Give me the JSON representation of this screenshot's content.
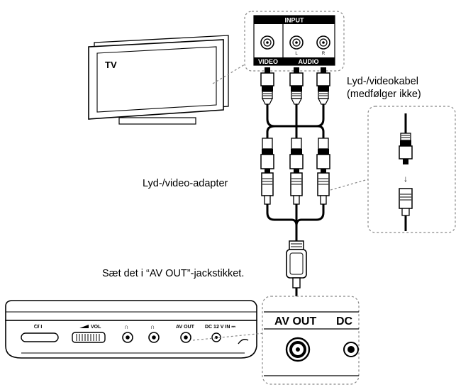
{
  "tv": {
    "label": "TV"
  },
  "input_panel": {
    "header": "INPUT",
    "video_label": "VIDEO",
    "audio_label": "AUDIO",
    "left_channel": "L",
    "right_channel": "R"
  },
  "callouts": {
    "cable_line1": "Lyd-/videokabel",
    "cable_line2": "(medfølger ikke)",
    "adapter": "Lyd-/video-adapter",
    "instruction": "Sæt det i “AV OUT”-jackstikket."
  },
  "player": {
    "power_label": "⏻/ I",
    "vol_label": "VOL",
    "av_out_label": "AV OUT",
    "dc_label": "DC 12 V IN ⎓"
  },
  "zoom": {
    "av_out_label": "AV OUT",
    "dc_label": "DC"
  },
  "colors": {
    "line": "#000000",
    "dashed": "#888888",
    "fill_light": "#f2f2f2"
  }
}
